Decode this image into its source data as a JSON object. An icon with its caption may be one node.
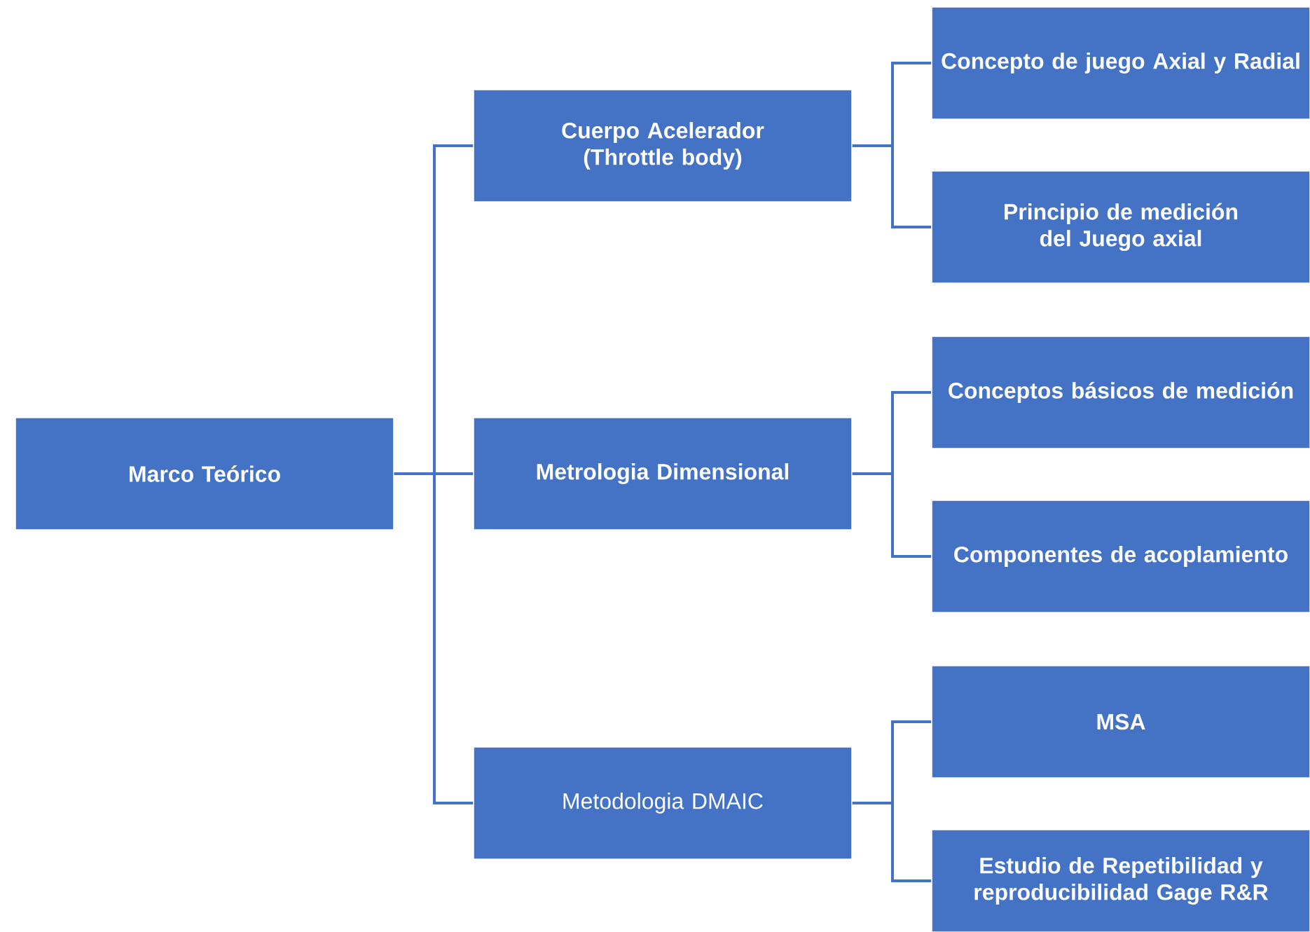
{
  "diagram": {
    "nodes": [
      {
        "text": [
          "Marco Teórico"
        ]
      },
      {
        "text": [
          "Cuerpo Acelerador (Throttle body)"
        ]
      },
      {
        "text": [
          "Metrologia Dimensional"
        ]
      },
      {
        "text": [
          "Metodologia DMAIC"
        ]
      },
      {
        "text": [
          "Concepto de juego Axial y Radial"
        ]
      },
      {
        "text": [
          "Principio de medición del Juego axial"
        ]
      },
      {
        "text": [
          "Conceptos básicos de medición"
        ]
      },
      {
        "text": [
          "Componentes de acoplamiento"
        ]
      },
      {
        "text": [
          "MSA"
        ]
      },
      {
        "text": [
          "Estudio de Repetibilidad y reproducibilidad Gage R&R"
        ]
      }
    ],
    "edges": [
      {
        "from": 0,
        "to": 1,
        "arrow": "none"
      },
      {
        "from": 0,
        "to": 2,
        "arrow": "none"
      },
      {
        "from": 0,
        "to": 3,
        "arrow": "none"
      },
      {
        "from": 1,
        "to": 4,
        "arrow": "none"
      },
      {
        "from": 1,
        "to": 5,
        "arrow": "none"
      },
      {
        "from": 2,
        "to": 6,
        "arrow": "none"
      },
      {
        "from": 2,
        "to": 7,
        "arrow": "none"
      },
      {
        "from": 3,
        "to": 8,
        "arrow": "none"
      },
      {
        "from": 3,
        "to": 9,
        "arrow": "none"
      }
    ]
  }
}
